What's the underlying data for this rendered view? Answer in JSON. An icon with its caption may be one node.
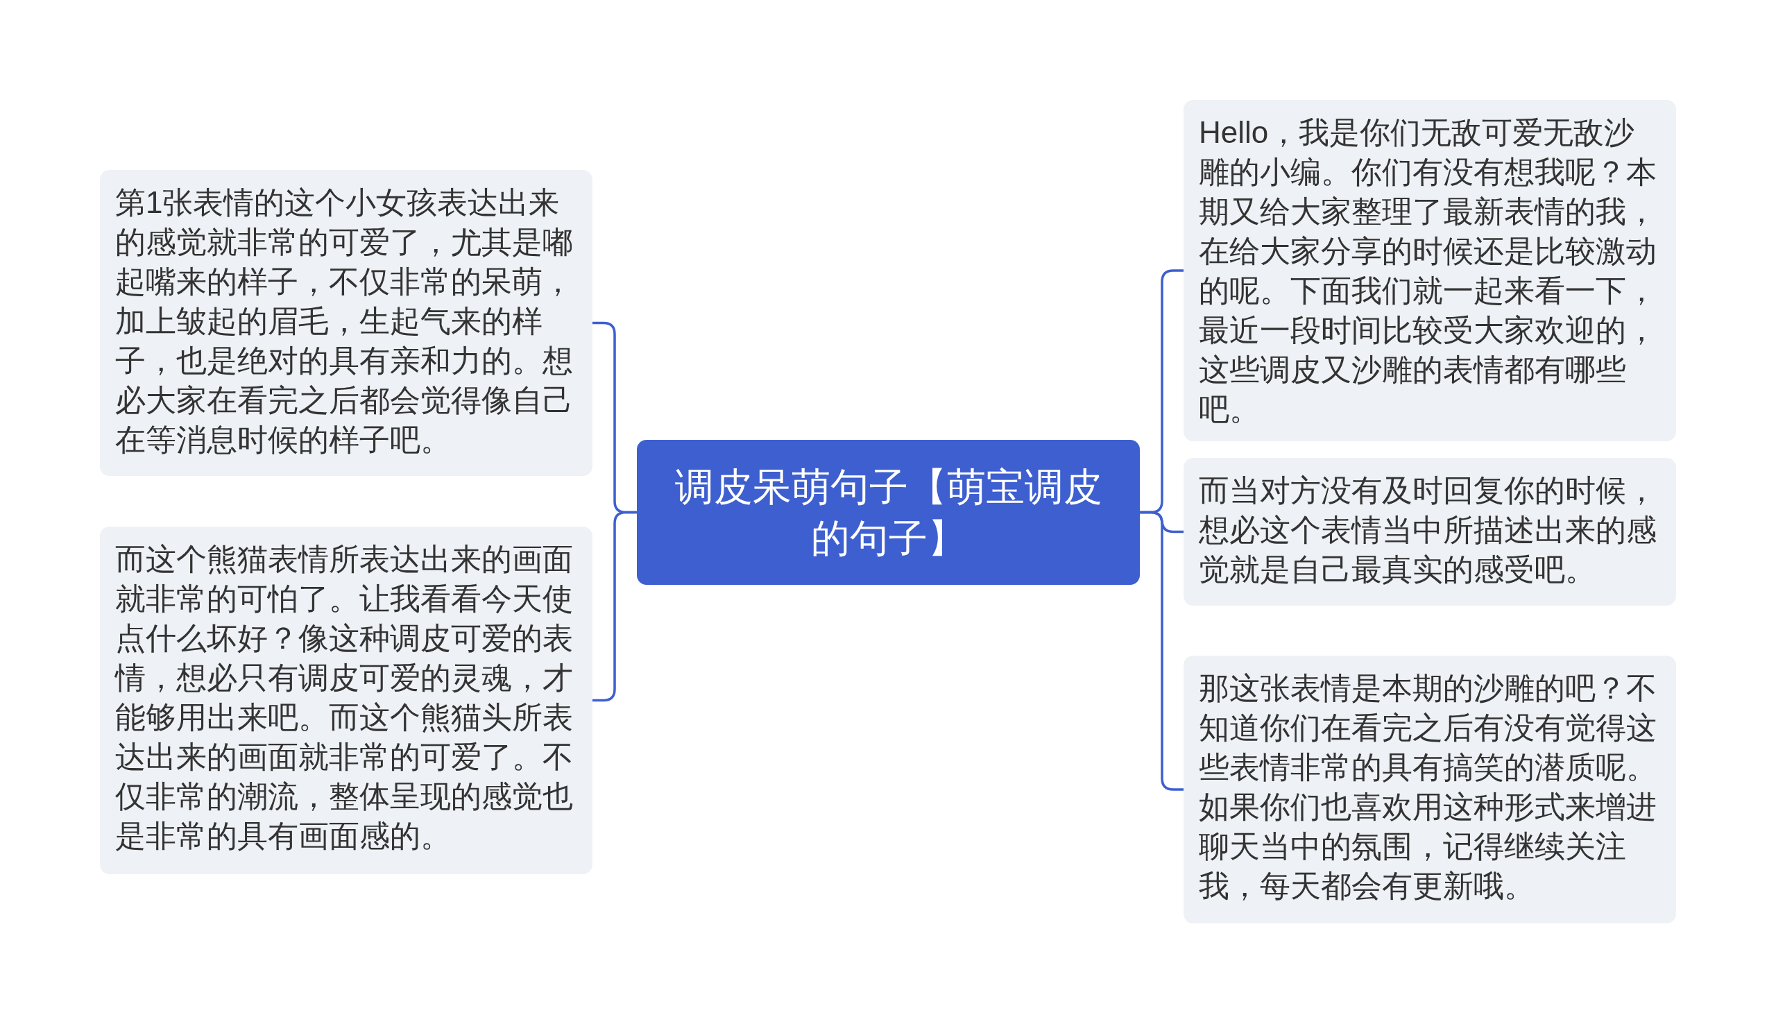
{
  "diagram": {
    "nodes": [
      {
        "text": [
          "调皮呆萌句子【萌宝调皮的句子】"
        ]
      },
      {
        "text": [
          "第1张表情的这个小女孩表达出来的感觉就非常的可爱了，尤其是嘟起嘴来的样子，不仅非常的呆萌，加上皱起的眉毛，生起气来的样子，也是绝对的具有亲和力的。想必大家在看完之后都会觉得像自己在等消息时候的样子吧。"
        ]
      },
      {
        "text": [
          "而这个熊猫表情所表达出来的画面就非常的可怕了。让我看看今天使点什么坏好？像这种调皮可爱的表情，想必只有调皮可爱的灵魂，才能够用出来吧。而这个熊猫头所表达出来的画面就非常的可爱了。不仅非常的潮流，整体呈现的感觉也是非常的具有画面感的。"
        ]
      },
      {
        "text": [
          "Hello，我是你们无敌可爱无敌沙雕的小编。你们有没有想我呢？本期又给大家整理了最新表情的我，在给大家分享的时候还是比较激动的呢。下面我们就一起来看一下，最近一段时间比较受大家欢迎的，这些调皮又沙雕的表情都有哪些吧。"
        ]
      },
      {
        "text": [
          "而当对方没有及时回复你的时候，想必这个表情当中所描述出来的感觉就是自己最真实的感受吧。"
        ]
      },
      {
        "text": [
          "那这张表情是本期的沙雕的吧？不知道你们在看完之后有没有觉得这些表情非常的具有搞笑的潜质呢。如果你们也喜欢用这种形式来增进聊天当中的氛围，记得继续关注我，每天都会有更新哦。"
        ]
      }
    ],
    "edges": [
      {
        "from": 0,
        "to": 1,
        "arrow": "none"
      },
      {
        "from": 0,
        "to": 2,
        "arrow": "none"
      },
      {
        "from": 0,
        "to": 3,
        "arrow": "none"
      },
      {
        "from": 0,
        "to": 4,
        "arrow": "none"
      },
      {
        "from": 0,
        "to": 5,
        "arrow": "none"
      }
    ]
  }
}
